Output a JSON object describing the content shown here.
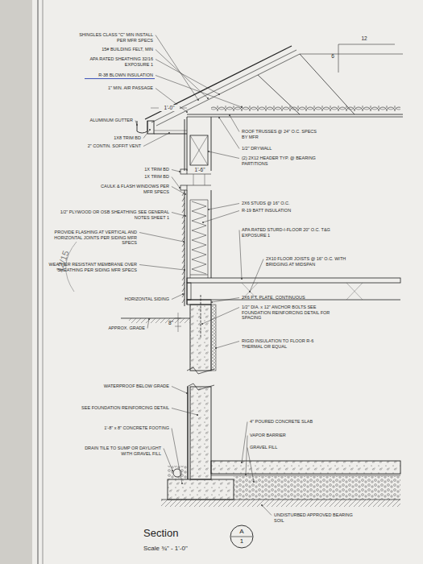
{
  "diagram": {
    "title": "Section",
    "nodes": [
      {
        "text": [
          "A",
          "1"
        ]
      }
    ],
    "labels": [
      "12",
      "6",
      "SHINGLES CLASS \"C\" MIN INSTALL PER MFR SPECS",
      "15# BUILDING FELT, MIN",
      "APA RATED SHEATHING 32/16 EXPOSURE 1",
      "R-38 BLOWN INSULATION",
      "1\" MIN. AIR PASSAGE",
      "1'-0\"",
      "ROOF TRUSSES @ 24\" O.C. SPECS BY MFR",
      "ALUMINUM GUTTER",
      "1X8 TRIM BD",
      "2\" CONTIN. SOFFIT VENT",
      "1/2\" DRYWALL",
      "1'-6\"",
      "(2) 2X12 HEADER TYP. @ BEARING PARTITIONS",
      "1X TRIM BD",
      "1X TRIM BD",
      "CAULK & FLASH WINDOWS PER MFR SPECS",
      "2X6 STUDS @ 16\" O.C.",
      "R-19 BATT INSULATION",
      "1/2\" PLYWOOD OR OSB SHEATHING SEE GENERAL NOTES SHEET 1",
      "APA RATED STURD-I-FLOOR 20\" O.C. T&G EXPOSURE 1",
      "PROVIDE FLASHING AT VERTICAL AND HORIZONTAL JOINTS PER SIDING MFR SPECS",
      "12/15",
      "2X10 FLOOR JOISTS @ 16\" O.C. WITH BRIDGING AT MIDSPAN",
      "WEATHER RESISTANT MEMBRANE OVER SHEATHING PER SIDING MFR SPECS",
      "HORIZONTAL SIDING",
      "2X6 P.T. PLATE, CONTINUOUS",
      "1/2\" DIA. x 12\" ANCHOR BOLTS SEE FOUNDATION REINFORCING DETAIL FOR SPACING",
      "APPROX. GRADE",
      "8\"",
      "RIGID INSULATION TO FLOOR R-6 THERMAL OR EQUAL",
      "WATERPROOF BELOW GRADE",
      "SEE FOUNDATION REINFORCING DETAIL",
      "4\" POURED CONCRETE SLAB",
      "1'-8\" x 8\" CONCRETE FOOTING",
      "VAPOR BARRIER",
      "DRAIN TILE TO SUMP OR DAYLIGHT WITH GRAVEL FILL",
      "GRAVEL FILL",
      "UNDISTURBED APPROVED BEARING SOIL",
      "Scale ¾\" - 1'-0\""
    ]
  }
}
